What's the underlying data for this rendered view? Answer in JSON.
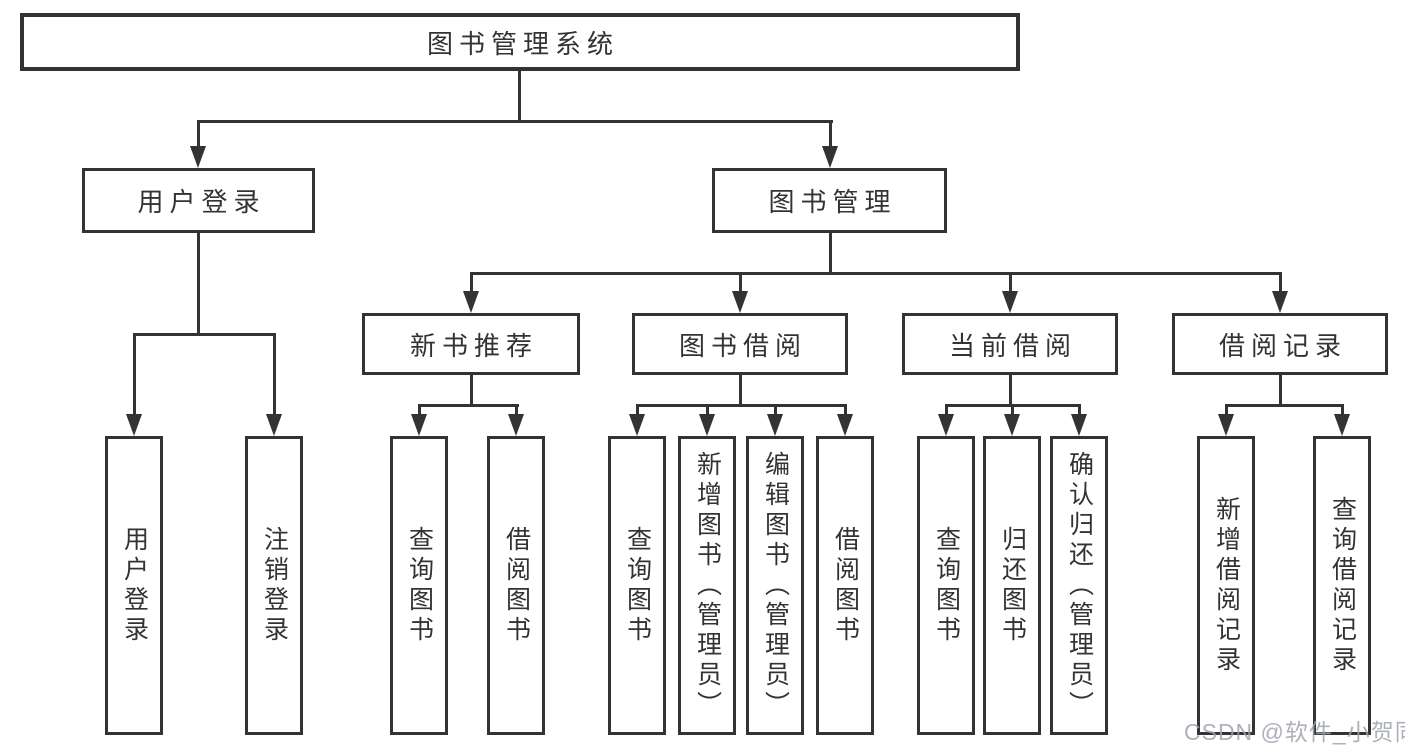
{
  "diagram": {
    "type": "hierarchy-tree",
    "title": "图书管理系统"
  },
  "nodes": {
    "root": {
      "label": "图书管理系统"
    },
    "user_login": {
      "label": "用户登录"
    },
    "book_mgmt": {
      "label": "图书管理"
    },
    "new_book_rec": {
      "label": "新书推荐"
    },
    "book_borrow": {
      "label": "图书借阅"
    },
    "current_borrow": {
      "label": "当前借阅"
    },
    "borrow_records": {
      "label": "借阅记录"
    },
    "leaf_user_login": {
      "label": "用户登录"
    },
    "leaf_logout": {
      "label": "注销登录"
    },
    "leaf_nb_query": {
      "label": "查询图书"
    },
    "leaf_nb_borrow": {
      "label": "借阅图书"
    },
    "leaf_bb_query": {
      "label": "查询图书"
    },
    "leaf_bb_add": {
      "label": "新增图书（管理员）"
    },
    "leaf_bb_edit": {
      "label": "编辑图书（管理员）"
    },
    "leaf_bb_borrow": {
      "label": "借阅图书"
    },
    "leaf_cb_query": {
      "label": "查询图书"
    },
    "leaf_cb_return": {
      "label": "归还图书"
    },
    "leaf_cb_confirm": {
      "label": "确认归还（管理员）"
    },
    "leaf_br_add": {
      "label": "新增借阅记录"
    },
    "leaf_br_query": {
      "label": "查询借阅记录"
    }
  },
  "hierarchy": {
    "root": [
      "user_login",
      "book_mgmt"
    ],
    "user_login": [
      "leaf_user_login",
      "leaf_logout"
    ],
    "book_mgmt": [
      "new_book_rec",
      "book_borrow",
      "current_borrow",
      "borrow_records"
    ],
    "new_book_rec": [
      "leaf_nb_query",
      "leaf_nb_borrow"
    ],
    "book_borrow": [
      "leaf_bb_query",
      "leaf_bb_add",
      "leaf_bb_edit",
      "leaf_bb_borrow"
    ],
    "current_borrow": [
      "leaf_cb_query",
      "leaf_cb_return",
      "leaf_cb_confirm"
    ],
    "borrow_records": [
      "leaf_br_add",
      "leaf_br_query"
    ]
  },
  "watermark": {
    "text": "CSDN @软件_小贺同学"
  },
  "colors": {
    "line": "#333333",
    "text": "#333333",
    "background": "#ffffff",
    "watermark": "#9ea3ae"
  }
}
